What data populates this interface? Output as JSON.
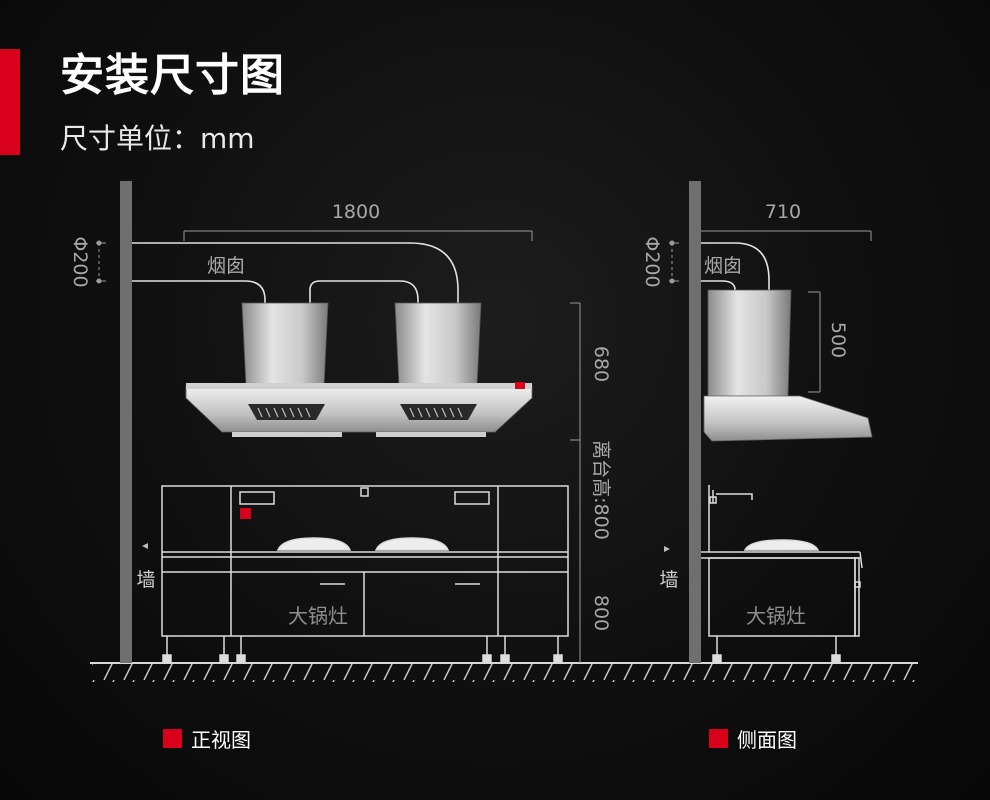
{
  "header": {
    "title": "安装尺寸图",
    "subtitle": "尺寸单位：mm"
  },
  "front_view": {
    "width_dim": "1800",
    "duct_dia": "Φ200",
    "duct_label": "烟囱",
    "hood_height": "680",
    "clearance": "离台高:800",
    "stove_height": "800",
    "wall_label": "墙",
    "stove_label": "大锅灶",
    "caption": "正视图"
  },
  "side_view": {
    "depth_dim": "710",
    "duct_dia": "Φ200",
    "duct_label": "烟囱",
    "hood_height": "500",
    "wall_label": "墙",
    "stove_label": "大锅灶",
    "caption": "侧面图"
  },
  "colors": {
    "accent": "#d9001b",
    "background": "#0d0d0d",
    "line": "#d8d8d8",
    "dim_text": "#a8a8a8"
  }
}
